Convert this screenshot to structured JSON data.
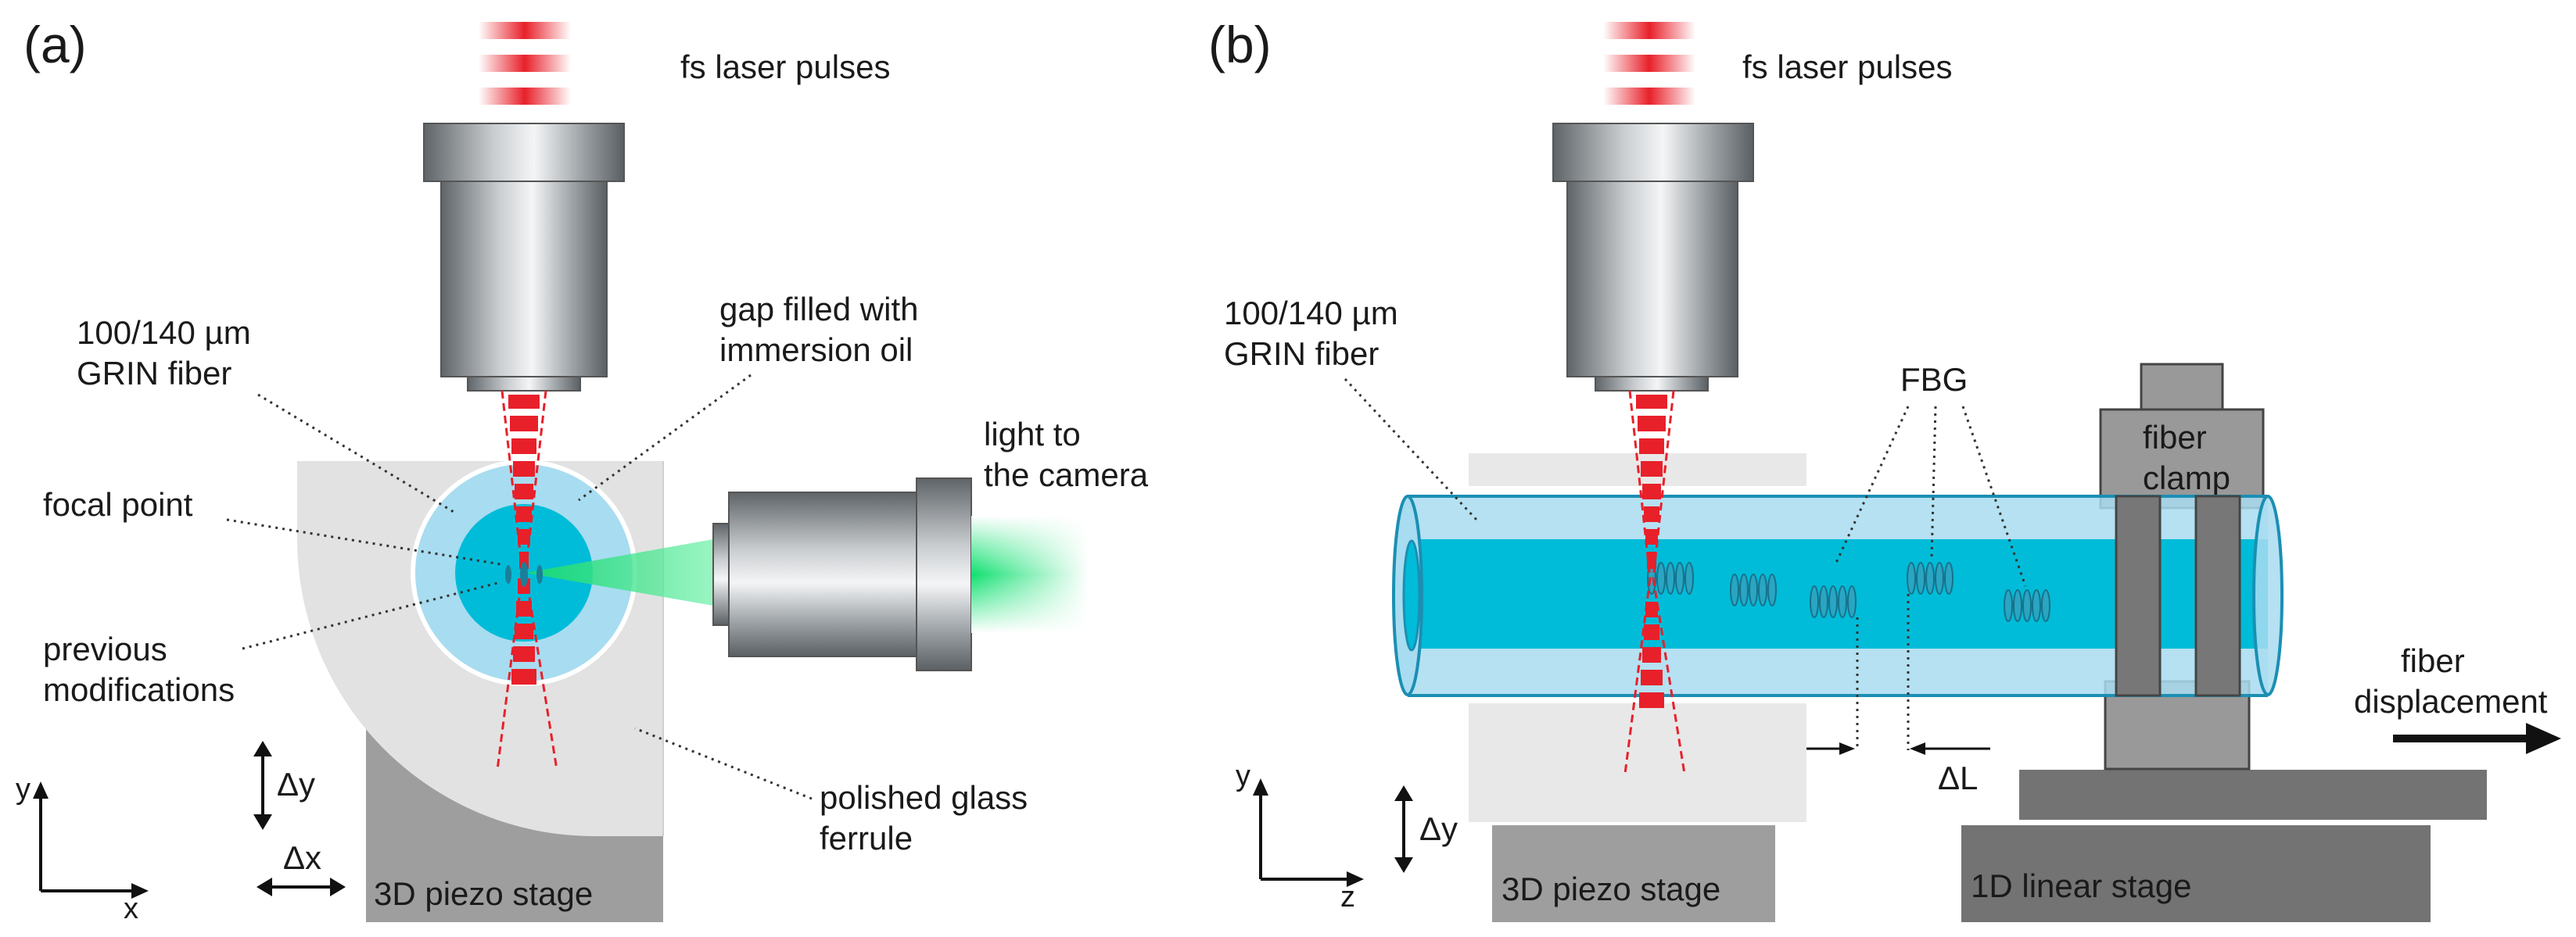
{
  "panel_a": {
    "label": "(a)",
    "laser": "fs laser pulses",
    "fiber_line1": "100/140 µm",
    "fiber_line2": "GRIN fiber",
    "gap_line1": "gap filled with",
    "gap_line2": "immersion oil",
    "light_line1": "light to",
    "light_line2": "the camera",
    "focal": "focal point",
    "prev_line1": "previous",
    "prev_line2": "modifications",
    "ferrule_line1": "polished glass",
    "ferrule_line2": "ferrule",
    "dy": "Δy",
    "dx": "Δx",
    "stage": "3D piezo stage",
    "axis_y": "y",
    "axis_x": "x"
  },
  "panel_b": {
    "label": "(b)",
    "laser": "fs laser pulses",
    "fiber_line1": "100/140 µm",
    "fiber_line2": "GRIN fiber",
    "fbg": "FBG",
    "clamp_line1": "fiber",
    "clamp_line2": "clamp",
    "disp_line1": "fiber",
    "disp_line2": "displacement",
    "dl": "ΔL",
    "dy": "Δy",
    "piezo": "3D piezo stage",
    "linear": "1D linear stage",
    "axis_y": "y",
    "axis_z": "z"
  },
  "colors": {
    "laser_red": "#e8202a",
    "fiber_cladding": "#a8dcf0",
    "fiber_core": "#00bcd8",
    "green_light": "#1ee07a",
    "stage_gray": "#9e9e9e",
    "ferrule_gray": "#e2e2e2"
  }
}
